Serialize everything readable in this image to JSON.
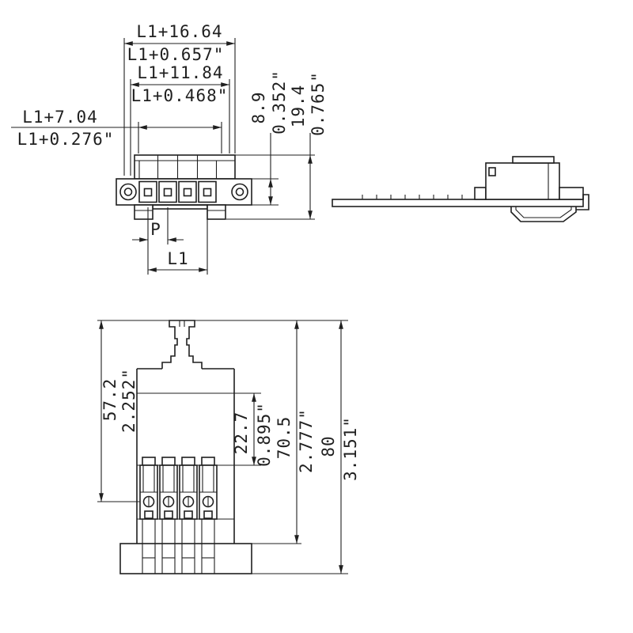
{
  "drawing": {
    "background_color": "#ffffff",
    "ink_color": "#1f1f1f",
    "top_view": {
      "dim_overall_mm": "L1+16.64",
      "dim_overall_in": "L1+0.657\"",
      "dim_mid_mm": "L1+11.84",
      "dim_mid_in": "L1+0.468\"",
      "dim_inner_mm": "L1+7.04",
      "dim_inner_in": "L1+0.276\"",
      "dim_depth_small_mm": "8.9",
      "dim_depth_small_in": "0.352\"",
      "dim_depth_large_mm": "19.4",
      "dim_depth_large_in": "0.765\"",
      "dim_pitch": "P",
      "dim_length": "L1"
    },
    "front_view": {
      "dim_a_mm": "57.2",
      "dim_a_in": "2.252\"",
      "dim_b_mm": "22.7",
      "dim_b_in": "0.895\"",
      "dim_c_mm": "70.5",
      "dim_c_in": "2.777\"",
      "dim_d_mm": "80",
      "dim_d_in": "3.151\""
    }
  }
}
